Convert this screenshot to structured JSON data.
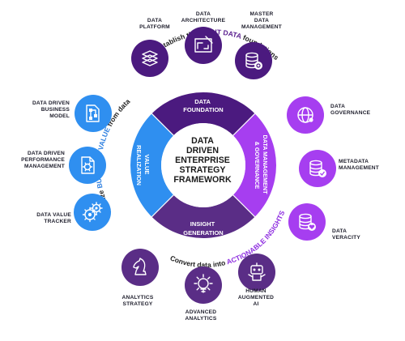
{
  "diagram": {
    "center_title": "DATA\nDRIVEN\nENTERPRISE\nSTRATEGY\nFRAMEWORK",
    "segments": {
      "data_foundation": "DATA\nFOUNDATION",
      "data_management": "DATA MANAGEMENT\n& GOVERNANCE",
      "insight_generation": "INSIGHT\nGENERATION",
      "value_realization": "VALUE\nREALIZATION"
    },
    "arc_texts": {
      "top": {
        "plain_start": "Establish the ",
        "highlight": "RIGHT DATA",
        "plain_end": " foundations"
      },
      "right": {
        "plain_start": "Convert data into ",
        "highlight": "ACTIONABLE INSIGHTS",
        "plain_end": ""
      },
      "left": {
        "plain_start": "Realize ",
        "highlight": "BUSINESS VALUE",
        "plain_end": " from data"
      }
    },
    "nodes": [
      {
        "id": "data-platform",
        "label": "DATA\nPLATFORM",
        "icon": "stack-icon"
      },
      {
        "id": "data-architecture",
        "label": "DATA\nARCHITECTURE",
        "icon": "blueprint-icon"
      },
      {
        "id": "master-data-management",
        "label": "MASTER\nDATA\nMANAGEMENT",
        "icon": "database-gear-icon"
      },
      {
        "id": "data-governance",
        "label": "DATA\nGOVERNANCE",
        "icon": "globe-network-icon"
      },
      {
        "id": "metadata-management",
        "label": "METADATA\nMANAGEMENT",
        "icon": "database-check-icon"
      },
      {
        "id": "data-veracity",
        "label": "DATA\nVERACITY",
        "icon": "database-heart-icon"
      },
      {
        "id": "human-augmented-ai",
        "label": "HUMAN\nAUGMENTED\nAI",
        "icon": "robot-icon"
      },
      {
        "id": "advanced-analytics",
        "label": "ADVANCED\nANALYTICS",
        "icon": "lightbulb-gear-icon"
      },
      {
        "id": "analytics-strategy",
        "label": "ANALYTICS\nSTRATEGY",
        "icon": "chess-knight-icon"
      },
      {
        "id": "data-value-tracker",
        "label": "DATA VALUE\nTRACKER",
        "icon": "gears-icon"
      },
      {
        "id": "data-driven-performance-management",
        "label": "DATA DRIVEN\nPERFORMANCE\nMANAGEMENT",
        "icon": "document-gear-icon"
      },
      {
        "id": "data-driven-business-model",
        "label": "DATA DRIVEN\nBUSINESS\nMODEL",
        "icon": "document-flow-icon"
      }
    ],
    "colors": {
      "foundation": "#4b1a7f",
      "management": "#a63ef0",
      "insight": "#5a2d86",
      "value": "#2f8ff0",
      "arc_plain": "#222222",
      "arc_highlight_top": "#5a1f8f",
      "arc_highlight_right": "#8f2fe0",
      "arc_highlight_left": "#2f80e0"
    }
  }
}
